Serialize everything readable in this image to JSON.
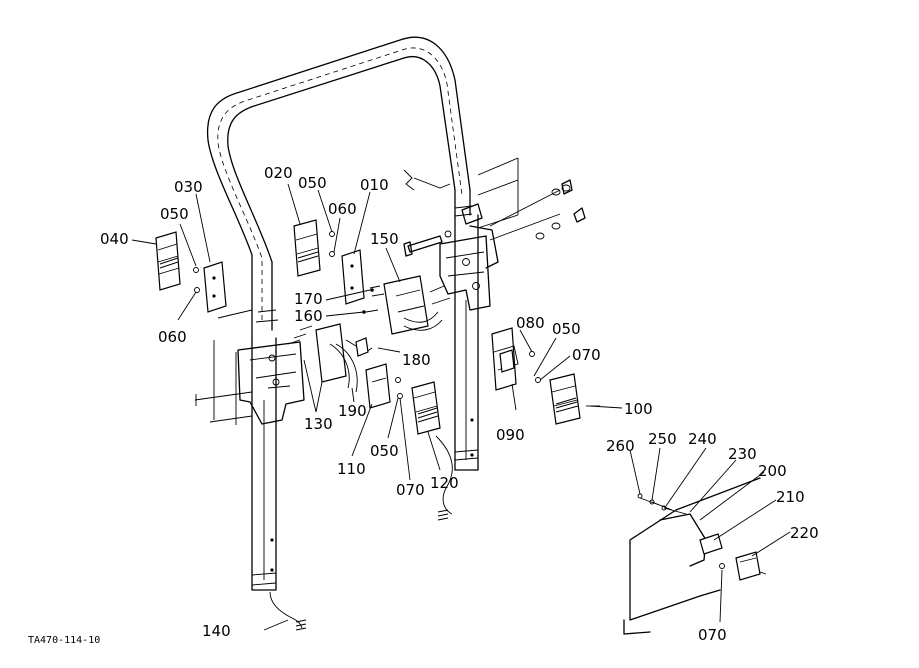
{
  "drawing_code": "TA470-114-10",
  "labels": {
    "l010": "010",
    "l020": "020",
    "l030": "030",
    "l040": "040",
    "l050a": "050",
    "l050b": "050",
    "l050c": "050",
    "l050d": "050",
    "l060a": "060",
    "l060b": "060",
    "l070a": "070",
    "l070b": "070",
    "l070c": "070",
    "l080": "080",
    "l090": "090",
    "l100": "100",
    "l110": "110",
    "l120": "120",
    "l130": "130",
    "l140": "140",
    "l150": "150",
    "l160": "160",
    "l170": "170",
    "l180": "180",
    "l190": "190",
    "l200": "200",
    "l210": "210",
    "l220": "220",
    "l230": "230",
    "l240": "240",
    "l250": "250",
    "l260": "260"
  }
}
